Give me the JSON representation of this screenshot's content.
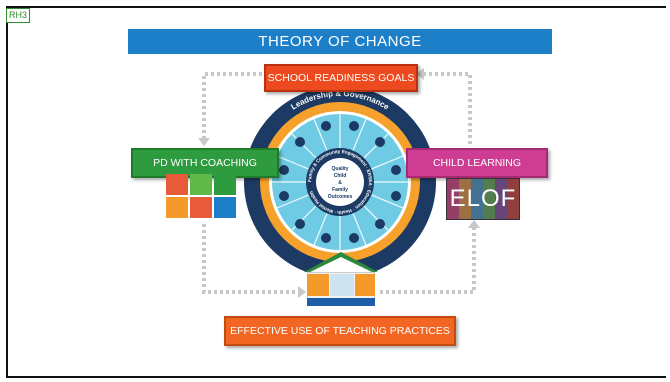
{
  "corner_tag": "RH3",
  "title": "THEORY OF CHANGE",
  "boxes": {
    "top": "SCHOOL READINESS GOALS",
    "left": "PD WITH COACHING",
    "right": "CHILD LEARNING",
    "bottom": "EFFECTIVE USE OF TEACHING PRACTICES"
  },
  "wheel": {
    "outer_ring": "Leadership & Governance",
    "center": [
      "Quality",
      "Child",
      "&",
      "Family",
      "Outcomes"
    ],
    "inner_ring": "Family & Community Engagement · ERSEA · Education · Health · Mental Health",
    "colors": {
      "navy": "#1c3a63",
      "orange": "#f5a12b",
      "light_blue": "#6ecbe3",
      "white": "#ffffff"
    }
  },
  "elof_label": "ELOF",
  "colors": {
    "banner": "#1e7fc9",
    "arrows": "#c8c8c8",
    "srg": "#ee4a1f",
    "pdc": "#2f9b3f",
    "chl": "#cf3d93",
    "etp": "#f26522"
  }
}
